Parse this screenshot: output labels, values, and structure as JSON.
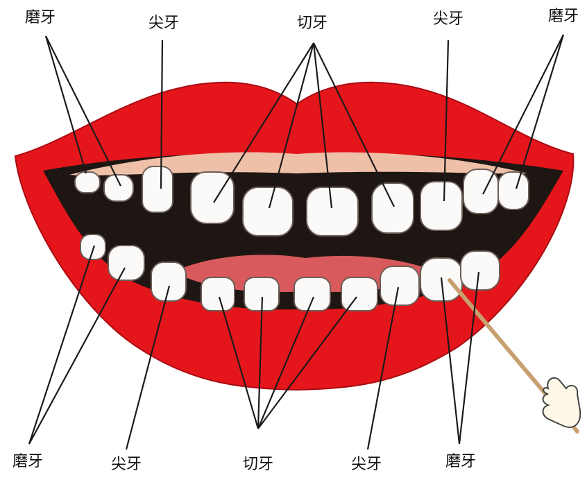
{
  "labels": {
    "top_molar_left": "磨牙",
    "top_canine_left": "尖牙",
    "top_incisors": "切牙",
    "top_canine_right": "尖牙",
    "top_molar_right": "磨牙",
    "bottom_molar_left": "磨牙",
    "bottom_canine_left": "尖牙",
    "bottom_incisors": "切牙",
    "bottom_canine_right": "尖牙",
    "bottom_molar_right": "磨牙"
  },
  "colors": {
    "lip": "#e4161b",
    "lip_dark": "#a80c12",
    "mouth": "#1e1612",
    "gum": "#efc0a8",
    "tongue": "#d85a5c",
    "tooth": "#fbfaf8",
    "line": "#1a1a1a"
  }
}
